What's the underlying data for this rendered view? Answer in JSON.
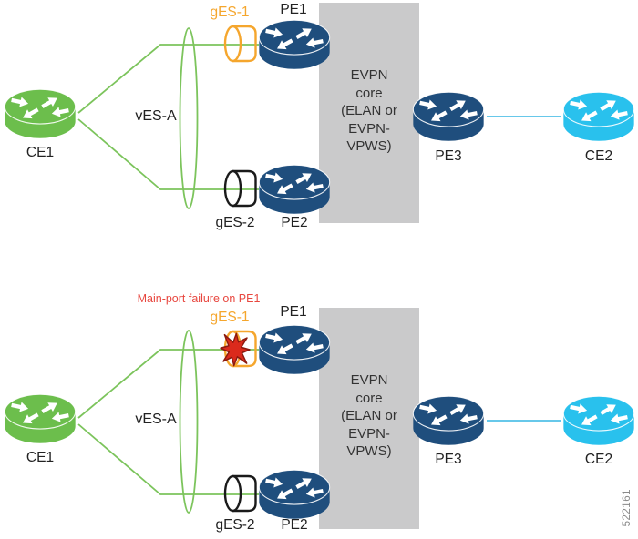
{
  "figure_id": "522161",
  "colors": {
    "pe_router": "#1F4E7D",
    "ce1_router": "#6CBE4C",
    "ce2_router": "#29C1ED",
    "link_green": "#7CC45C",
    "link_blue": "#35B6E4",
    "ges1_orange": "#F5A62D",
    "ges2_black": "#1A1A1A",
    "core_box_gray": "#CACACB",
    "failure_red": "#E8473F",
    "star_red": "#DB2A1C",
    "star_outline": "#8B1A0F",
    "label_dark": "#222222",
    "figure_id_gray": "#8A8A8A"
  },
  "top_diagram": {
    "ce1_label": "CE1",
    "ves_label": "vES-A",
    "ges1_label": "gES-1",
    "ges2_label": "gES-2",
    "pe1_label": "PE1",
    "pe2_label": "PE2",
    "pe3_label": "PE3",
    "ce2_label": "CE2",
    "core_label": "EVPN\ncore\n(ELAN or\nEVPN-\nVPWS)"
  },
  "bottom_diagram": {
    "failure_note": "Main-port failure on PE1",
    "ce1_label": "CE1",
    "ves_label": "vES-A",
    "ges1_label": "gES-1",
    "ges2_label": "gES-2",
    "pe1_label": "PE1",
    "pe2_label": "PE2",
    "pe3_label": "PE3",
    "ce2_label": "CE2",
    "core_label": "EVPN\ncore\n(ELAN or\nEVPN-\nVPWS)"
  }
}
